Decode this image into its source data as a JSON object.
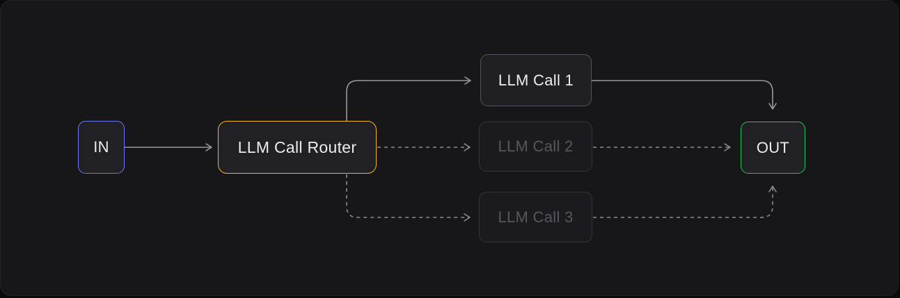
{
  "diagram": {
    "type": "flow",
    "nodes": {
      "in": {
        "label": "IN",
        "accent": "#6d79f1",
        "state": "active"
      },
      "router": {
        "label": "LLM Call Router",
        "accent": "#f5b81e",
        "state": "active"
      },
      "call1": {
        "label": "LLM Call 1",
        "accent": "#52525e",
        "state": "active"
      },
      "call2": {
        "label": "LLM Call 2",
        "accent": "#34353d",
        "state": "inactive"
      },
      "call3": {
        "label": "LLM Call 3",
        "accent": "#34353d",
        "state": "inactive"
      },
      "out": {
        "label": "OUT",
        "accent": "#22c55e",
        "state": "active"
      }
    },
    "edges": [
      {
        "from": "in",
        "to": "router",
        "style": "solid"
      },
      {
        "from": "router",
        "to": "call1",
        "style": "solid"
      },
      {
        "from": "router",
        "to": "call2",
        "style": "dashed"
      },
      {
        "from": "router",
        "to": "call3",
        "style": "dashed"
      },
      {
        "from": "call1",
        "to": "out",
        "style": "solid"
      },
      {
        "from": "call2",
        "to": "out",
        "style": "dashed"
      },
      {
        "from": "call3",
        "to": "out",
        "style": "dashed"
      }
    ],
    "colors": {
      "panel_background": "#17171a",
      "outer_background": "#0a0a0c",
      "node_fill": "#202025",
      "text_bright": "#ececf1",
      "text_dimmed": "#55565f",
      "edge_solid": "#9899a3",
      "edge_dashed": "#8a8b95"
    }
  }
}
